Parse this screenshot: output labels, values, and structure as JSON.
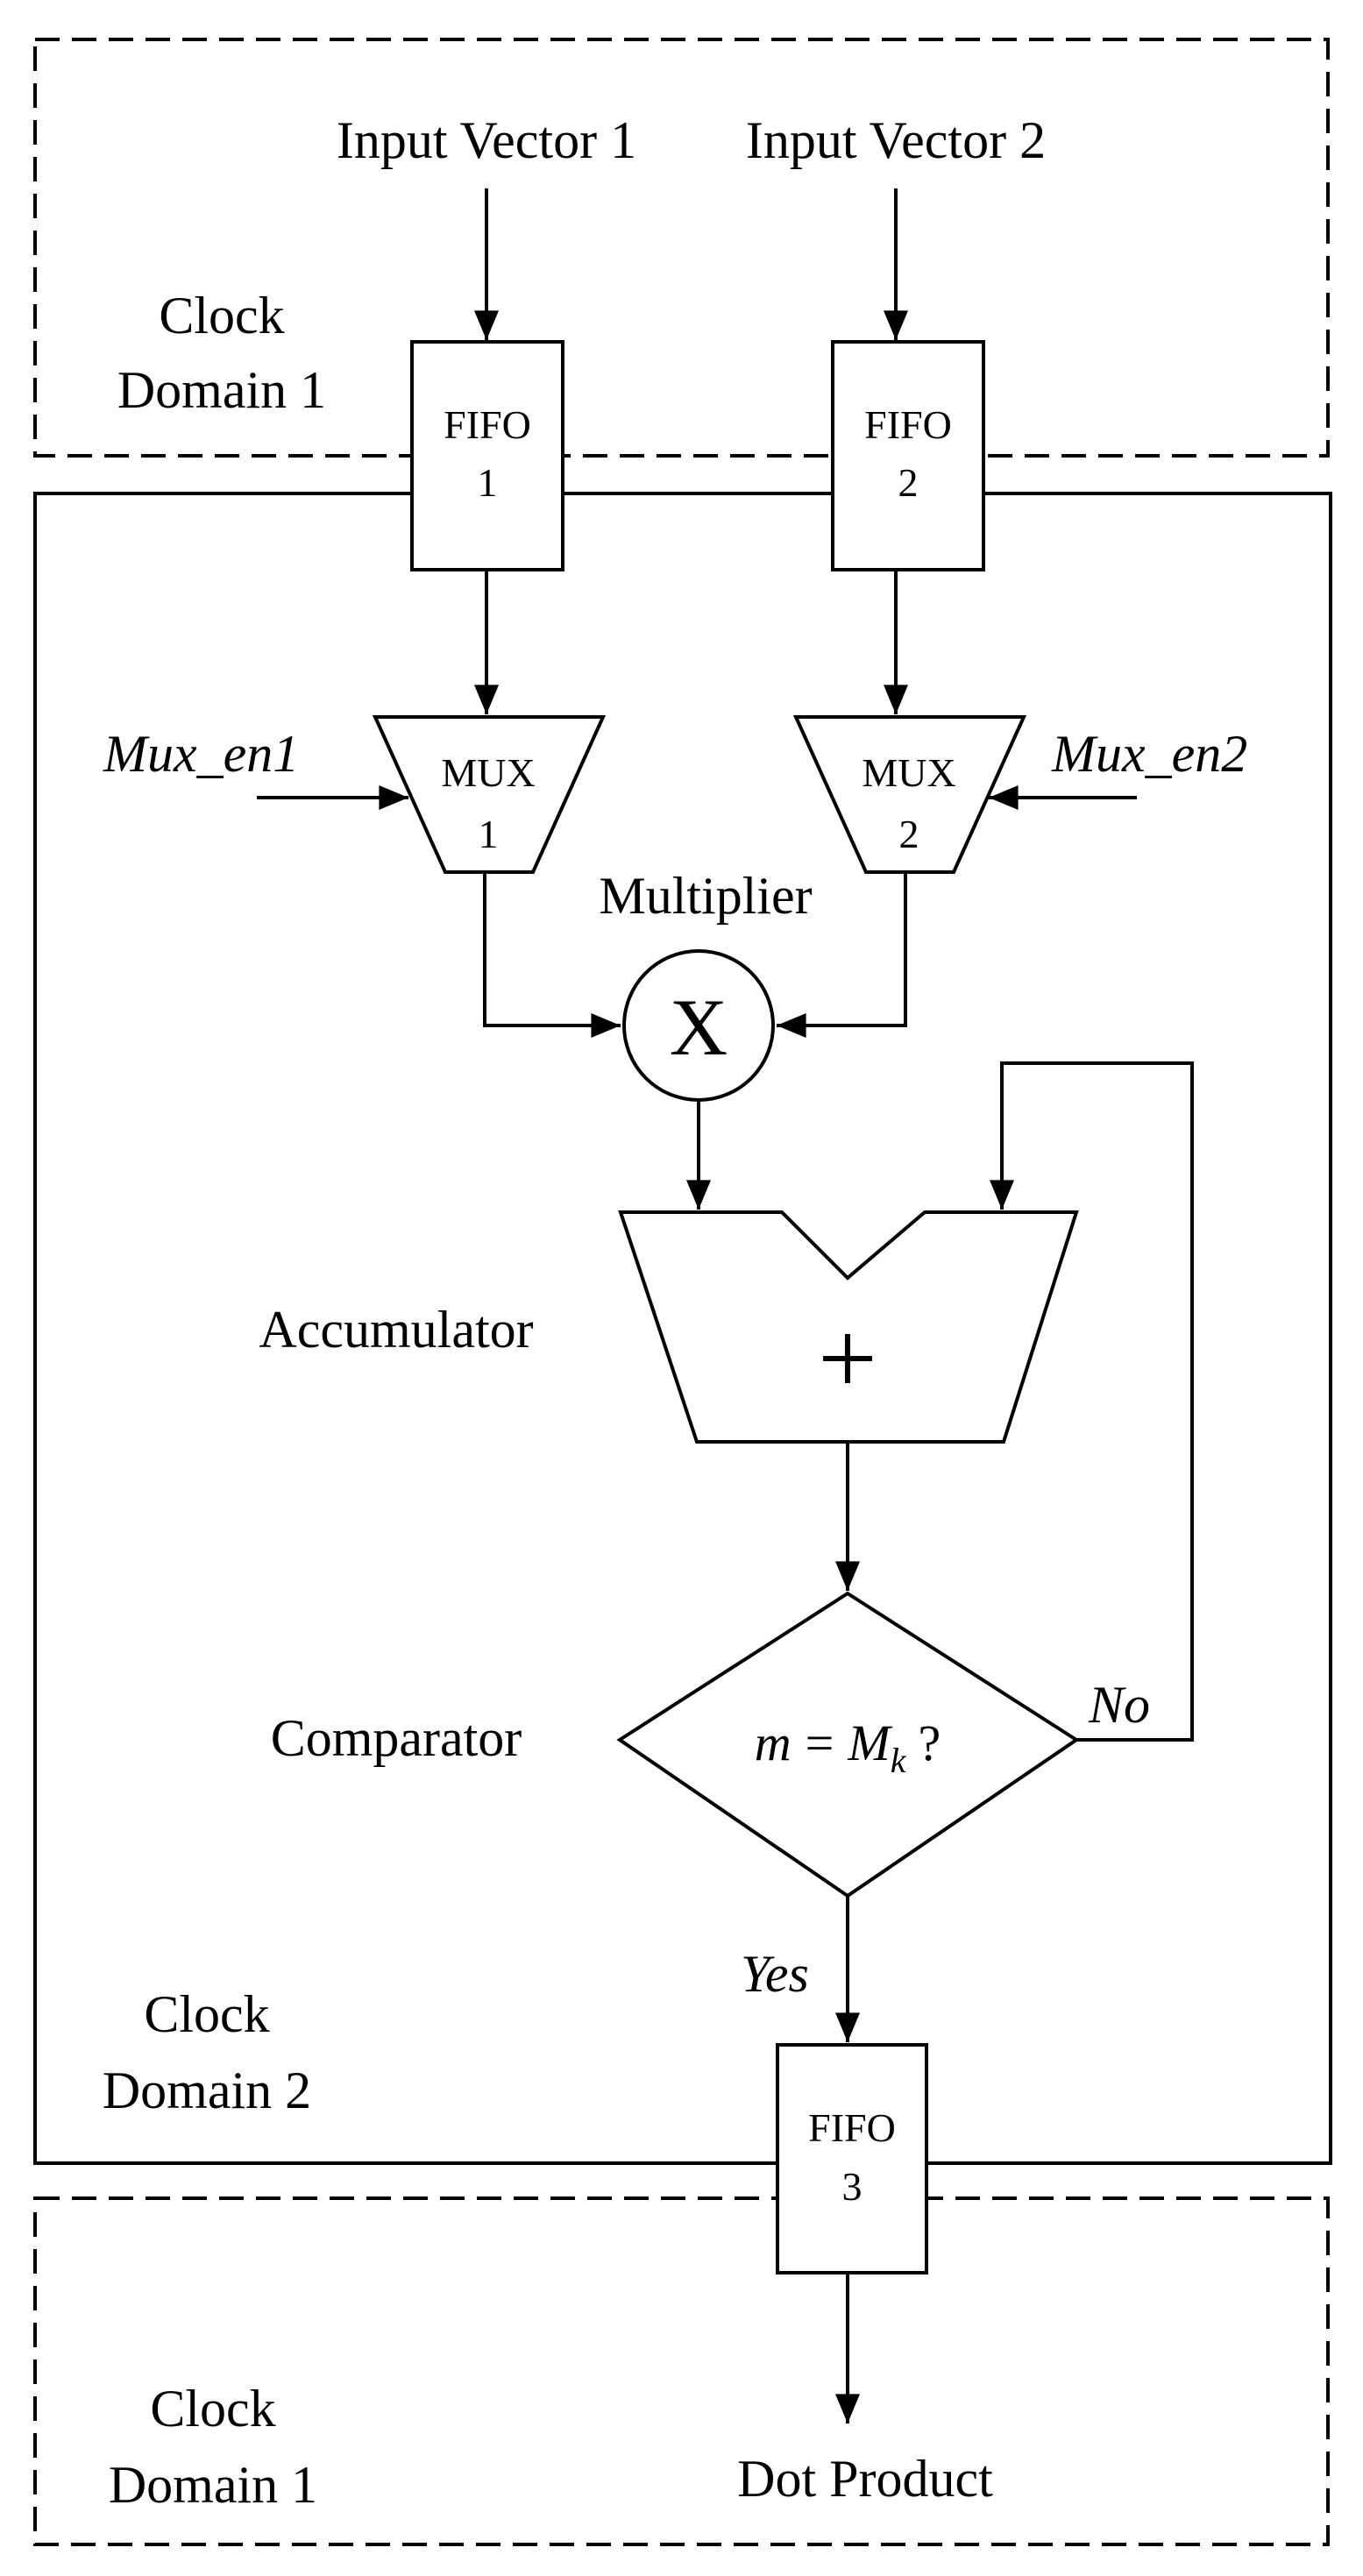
{
  "inputs": {
    "vector1": "Input Vector 1",
    "vector2": "Input Vector 2"
  },
  "domains": {
    "top": {
      "line1": "Clock",
      "line2": "Domain 1"
    },
    "middle": {
      "line1": "Clock",
      "line2": "Domain 2"
    },
    "bottom": {
      "line1": "Clock",
      "line2": "Domain 1"
    }
  },
  "fifo1": {
    "name": "FIFO",
    "num": "1"
  },
  "fifo2": {
    "name": "FIFO",
    "num": "2"
  },
  "fifo3": {
    "name": "FIFO",
    "num": "3"
  },
  "mux1": {
    "name": "MUX",
    "num": "1",
    "enable": "Mux_en1"
  },
  "mux2": {
    "name": "MUX",
    "num": "2",
    "enable": "Mux_en2"
  },
  "multiplier": {
    "label": "Multiplier",
    "symbol": "X"
  },
  "accumulator": {
    "label": "Accumulator",
    "symbol": "+"
  },
  "comparator": {
    "label": "Comparator",
    "condition_var": "m",
    "condition_eq": "=",
    "condition_rhs": "M",
    "condition_sub": "k",
    "condition_q": "?",
    "no_label": "No",
    "yes_label": "Yes"
  },
  "output": {
    "label": "Dot Product"
  },
  "colors": {
    "stroke": "#000000",
    "background": "#ffffff"
  }
}
